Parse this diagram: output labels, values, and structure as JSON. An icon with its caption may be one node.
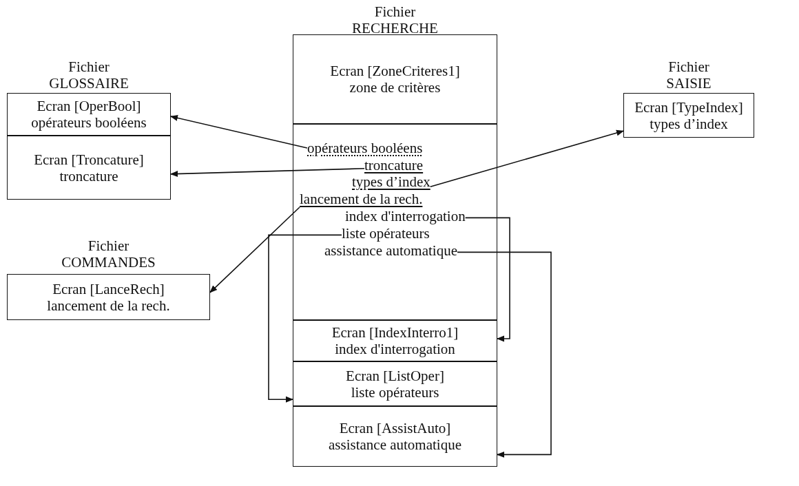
{
  "diagram": {
    "nodes": [
      {
        "text": [
          "Fichier GLOSSAIRE"
        ]
      },
      {
        "text": [
          "Ecran [OperBool]",
          "opérateurs booléens"
        ],
        "in": 0
      },
      {
        "text": [
          "Ecran [Troncature]",
          "troncature"
        ],
        "in": 0
      },
      {
        "text": [
          "Fichier COMMANDES"
        ]
      },
      {
        "text": [
          "Ecran [LanceRech]",
          "lancement de la rech."
        ],
        "in": 3
      },
      {
        "text": [
          "Fichier RECHERCHE"
        ]
      },
      {
        "text": [
          "Ecran [ZoneCriteres1]",
          "zone de critères"
        ],
        "in": 5
      },
      {
        "text": [],
        "shape": "box",
        "in": 5
      },
      {
        "text": [
          "opérateurs booléens"
        ],
        "in": 7
      },
      {
        "text": [
          "troncature"
        ],
        "in": 7
      },
      {
        "text": [
          "types d’index"
        ],
        "in": 7
      },
      {
        "text": [
          "lancement de la rech."
        ],
        "in": 7
      },
      {
        "text": [
          "index d'interrogation"
        ],
        "in": 7
      },
      {
        "text": [
          "liste opérateurs"
        ],
        "in": 7
      },
      {
        "text": [
          "assistance automatique"
        ],
        "in": 7
      },
      {
        "text": [
          "Ecran [IndexInterro1]",
          "index d'interrogation"
        ],
        "in": 5
      },
      {
        "text": [
          "Ecran [ListOper]",
          "liste opérateurs"
        ],
        "in": 5
      },
      {
        "text": [
          "Ecran [AssistAuto]",
          "assistance automatique"
        ],
        "in": 5
      },
      {
        "text": [
          "Fichier SAISIE"
        ]
      },
      {
        "text": [
          "Ecran [TypeIndex]",
          "types d’index"
        ],
        "in": 18
      }
    ],
    "edges": [
      {
        "from": 8,
        "to": 1,
        "arrow": "to"
      },
      {
        "from": 9,
        "to": 2,
        "arrow": "to"
      },
      {
        "from": 10,
        "to": 19,
        "arrow": "to"
      },
      {
        "from": 11,
        "to": 4,
        "arrow": "to"
      },
      {
        "from": 12,
        "to": 15,
        "arrow": "to"
      },
      {
        "from": 13,
        "to": 16,
        "arrow": "to"
      },
      {
        "from": 14,
        "to": 17,
        "arrow": "to"
      }
    ]
  }
}
